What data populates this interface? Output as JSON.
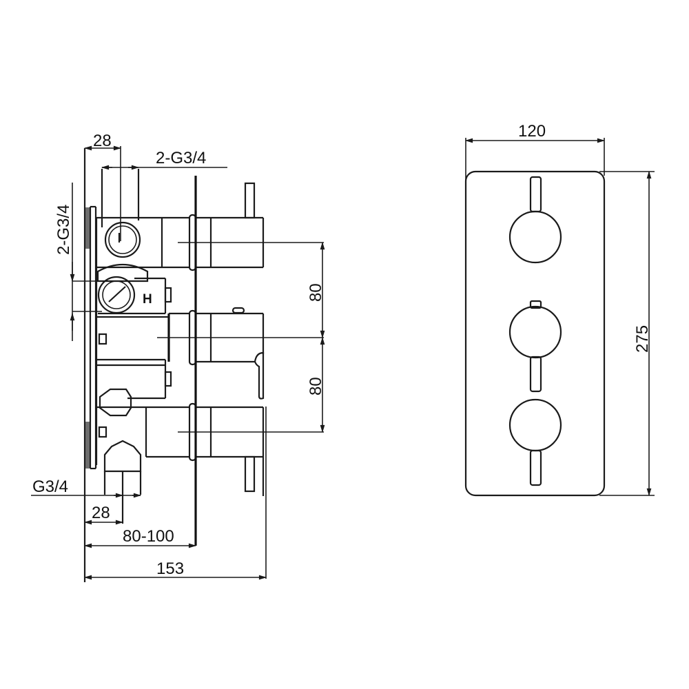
{
  "drawing": {
    "type": "technical dimension drawing",
    "subject": "triple concealed thermostatic shower valve",
    "line_color": "#1a1a1a",
    "background": "#ffffff"
  },
  "side_view": {
    "labels": {
      "top_width": "28",
      "top_inlet": "2-G3/4",
      "side_inlet": "2-G3/4",
      "hot_marker": "H",
      "spacing_upper": "80",
      "spacing_lower": "80",
      "bottom_outlet": "G3/4",
      "bottom_width": "28",
      "wall_depth": "80-100",
      "total_depth": "153"
    }
  },
  "front_view": {
    "labels": {
      "width": "120",
      "height": "275"
    },
    "handles": [
      {
        "position": "top",
        "lever": "up"
      },
      {
        "position": "middle",
        "lever": "down"
      },
      {
        "position": "bottom",
        "lever": "down"
      }
    ]
  }
}
